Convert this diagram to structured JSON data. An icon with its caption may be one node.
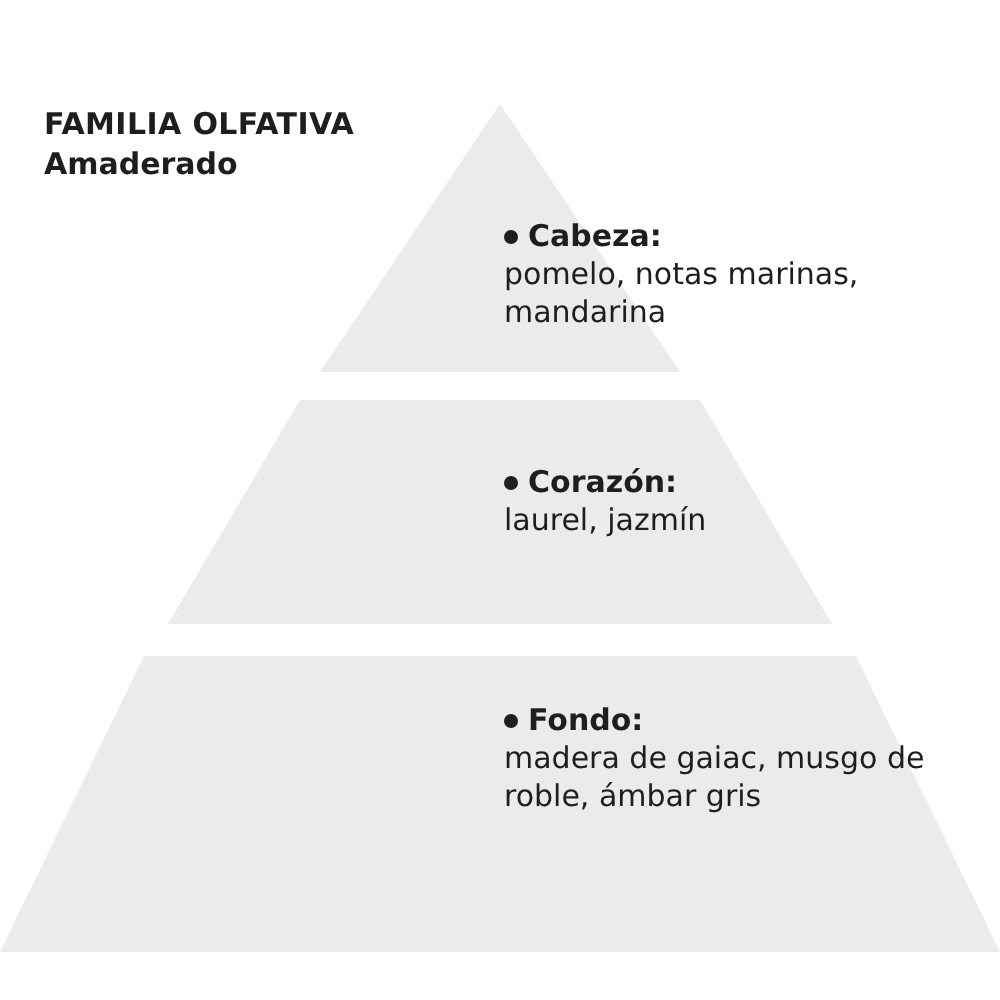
{
  "diagram": {
    "title": "FAMILIA OLFATIVA",
    "labels": [
      "Amaderado"
    ],
    "nodes": [
      {
        "text": [
          "Cabeza:",
          "pomelo, notas marinas, mandarina"
        ]
      },
      {
        "text": [
          "Corazón:",
          "laurel, jazmín"
        ]
      },
      {
        "text": [
          "Fondo:",
          "madera de gaiac, musgo de roble, ámbar gris"
        ]
      }
    ]
  }
}
